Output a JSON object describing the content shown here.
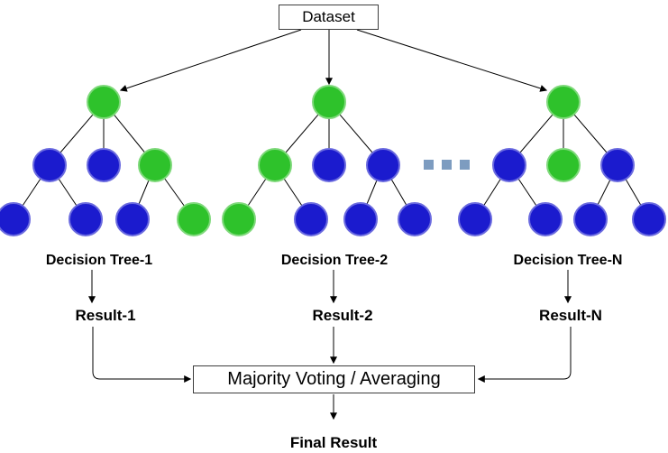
{
  "diagram": {
    "dataset_label": "Dataset",
    "majority_label": "Majority Voting / Averaging",
    "final_label": "Final Result",
    "node_radius": 18,
    "colors": {
      "green": "#2EC22B",
      "green_edge": "#7FD97B",
      "blue": "#1B1BCE",
      "blue_edge": "#6A6ADF",
      "dots": "#7D9CC0",
      "line": "#000000"
    },
    "ellipsis_dot_count": 3,
    "trees": [
      {
        "label": "Decision Tree-1",
        "result": "Result-1",
        "nodes": [
          [
            115,
            113,
            "green"
          ],
          [
            55,
            183,
            "blue"
          ],
          [
            115,
            183,
            "blue"
          ],
          [
            172,
            183,
            "green"
          ],
          [
            15,
            243,
            "blue"
          ],
          [
            95,
            243,
            "blue"
          ],
          [
            147,
            243,
            "blue"
          ],
          [
            215,
            243,
            "green"
          ]
        ],
        "edges": [
          [
            0,
            1
          ],
          [
            0,
            2
          ],
          [
            0,
            3
          ],
          [
            1,
            4
          ],
          [
            1,
            5
          ],
          [
            3,
            6
          ],
          [
            3,
            7
          ]
        ]
      },
      {
        "label": "Decision Tree-2",
        "result": "Result-2",
        "nodes": [
          [
            365,
            113,
            "green"
          ],
          [
            305,
            183,
            "green"
          ],
          [
            365,
            183,
            "blue"
          ],
          [
            425,
            183,
            "blue"
          ],
          [
            265,
            243,
            "green"
          ],
          [
            345,
            243,
            "blue"
          ],
          [
            400,
            243,
            "blue"
          ],
          [
            460,
            243,
            "blue"
          ]
        ],
        "edges": [
          [
            0,
            1
          ],
          [
            0,
            2
          ],
          [
            0,
            3
          ],
          [
            1,
            4
          ],
          [
            1,
            5
          ],
          [
            3,
            6
          ],
          [
            3,
            7
          ]
        ]
      },
      {
        "label": "Decision Tree-N",
        "result": "Result-N",
        "nodes": [
          [
            625,
            113,
            "green"
          ],
          [
            565,
            183,
            "blue"
          ],
          [
            625,
            183,
            "green"
          ],
          [
            685,
            183,
            "blue"
          ],
          [
            527,
            243,
            "blue"
          ],
          [
            605,
            243,
            "blue"
          ],
          [
            655,
            243,
            "blue"
          ],
          [
            720,
            243,
            "blue"
          ]
        ],
        "edges": [
          [
            0,
            1
          ],
          [
            0,
            2
          ],
          [
            0,
            3
          ],
          [
            1,
            4
          ],
          [
            1,
            5
          ],
          [
            3,
            6
          ],
          [
            3,
            7
          ]
        ]
      }
    ]
  }
}
